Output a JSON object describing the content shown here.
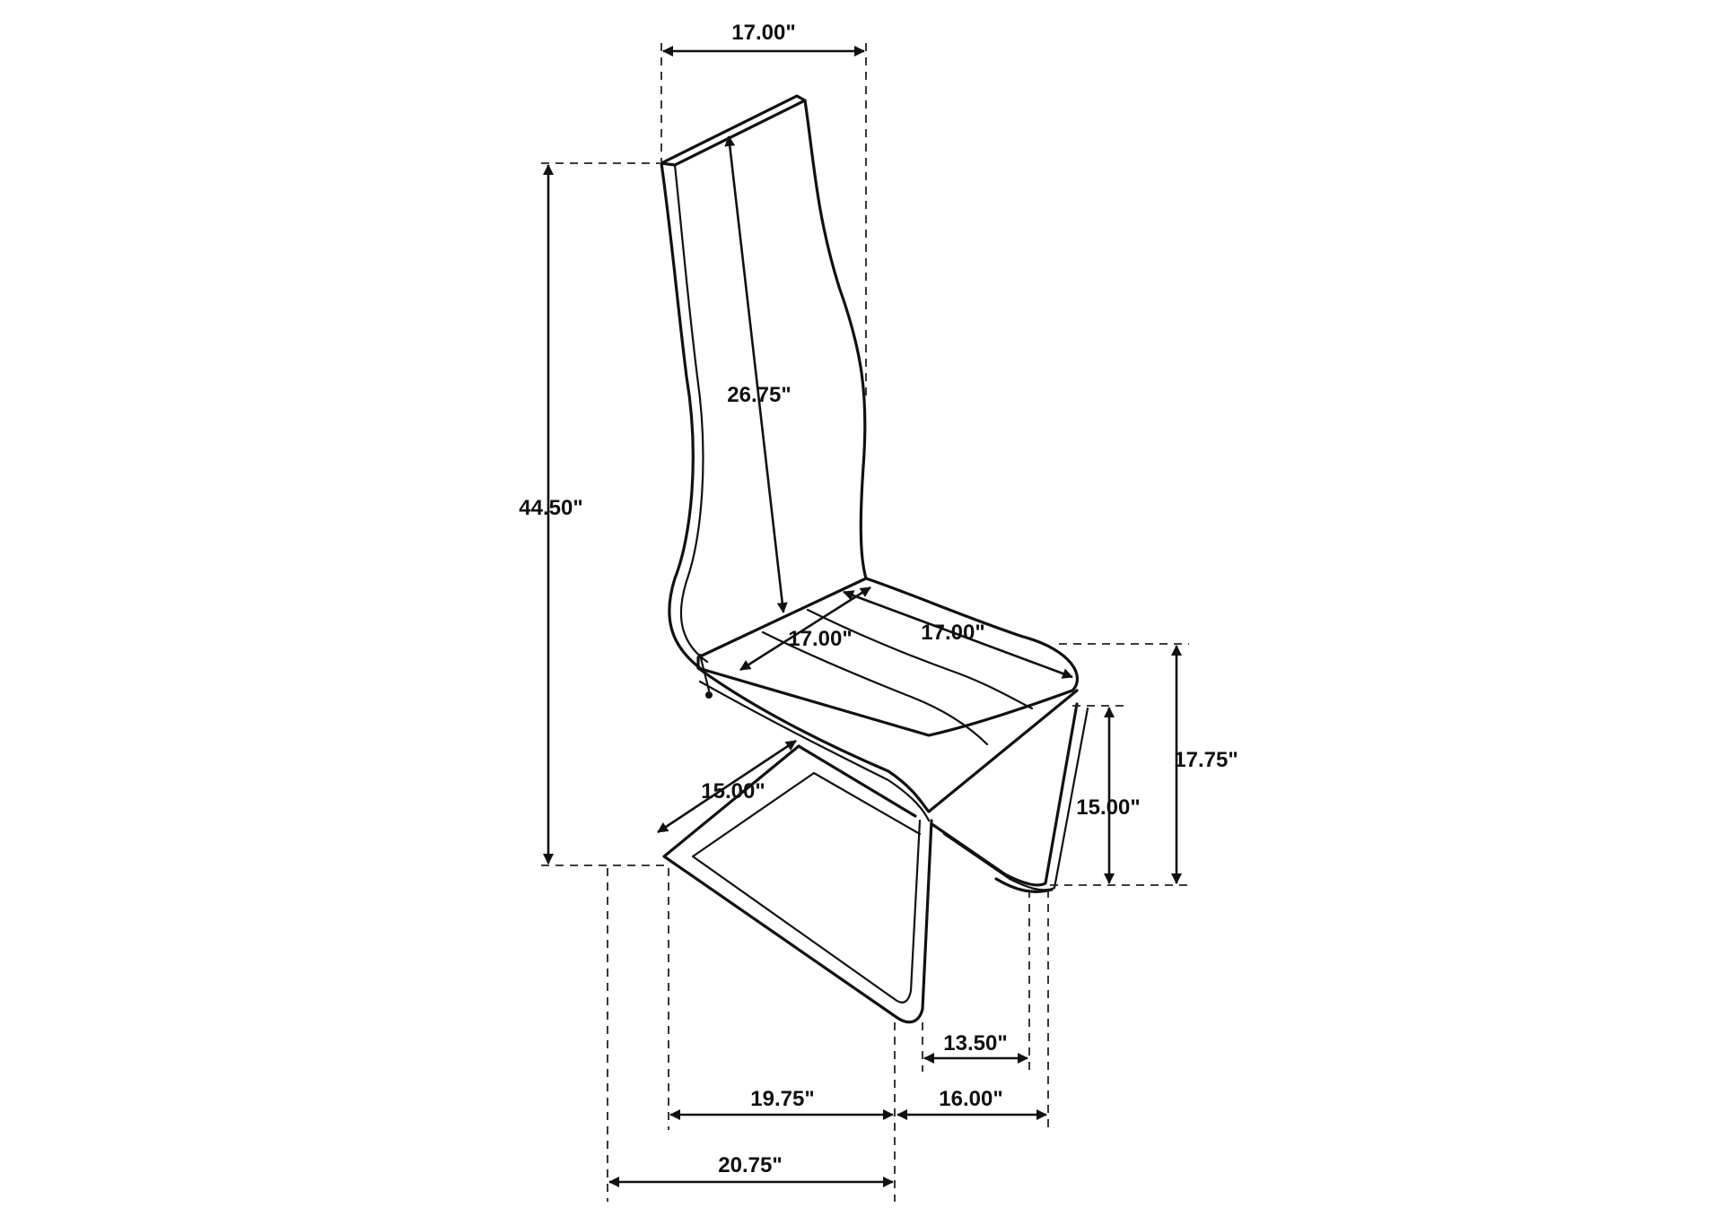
{
  "colors": {
    "ink": "#111111",
    "background": "#ffffff"
  },
  "dimensions": {
    "back_width": "17.00\"",
    "backrest_height": "26.75\"",
    "overall_height": "44.50\"",
    "seat_width": "17.00\"",
    "seat_depth": "17.00\"",
    "base_front_depth": "15.00\"",
    "seat_height": "17.75\"",
    "base_height": "15.00\"",
    "rear_base_width": "13.50\"",
    "base_depth": "19.75\"",
    "base_rear_width": "16.00\"",
    "overall_depth": "20.75\""
  }
}
